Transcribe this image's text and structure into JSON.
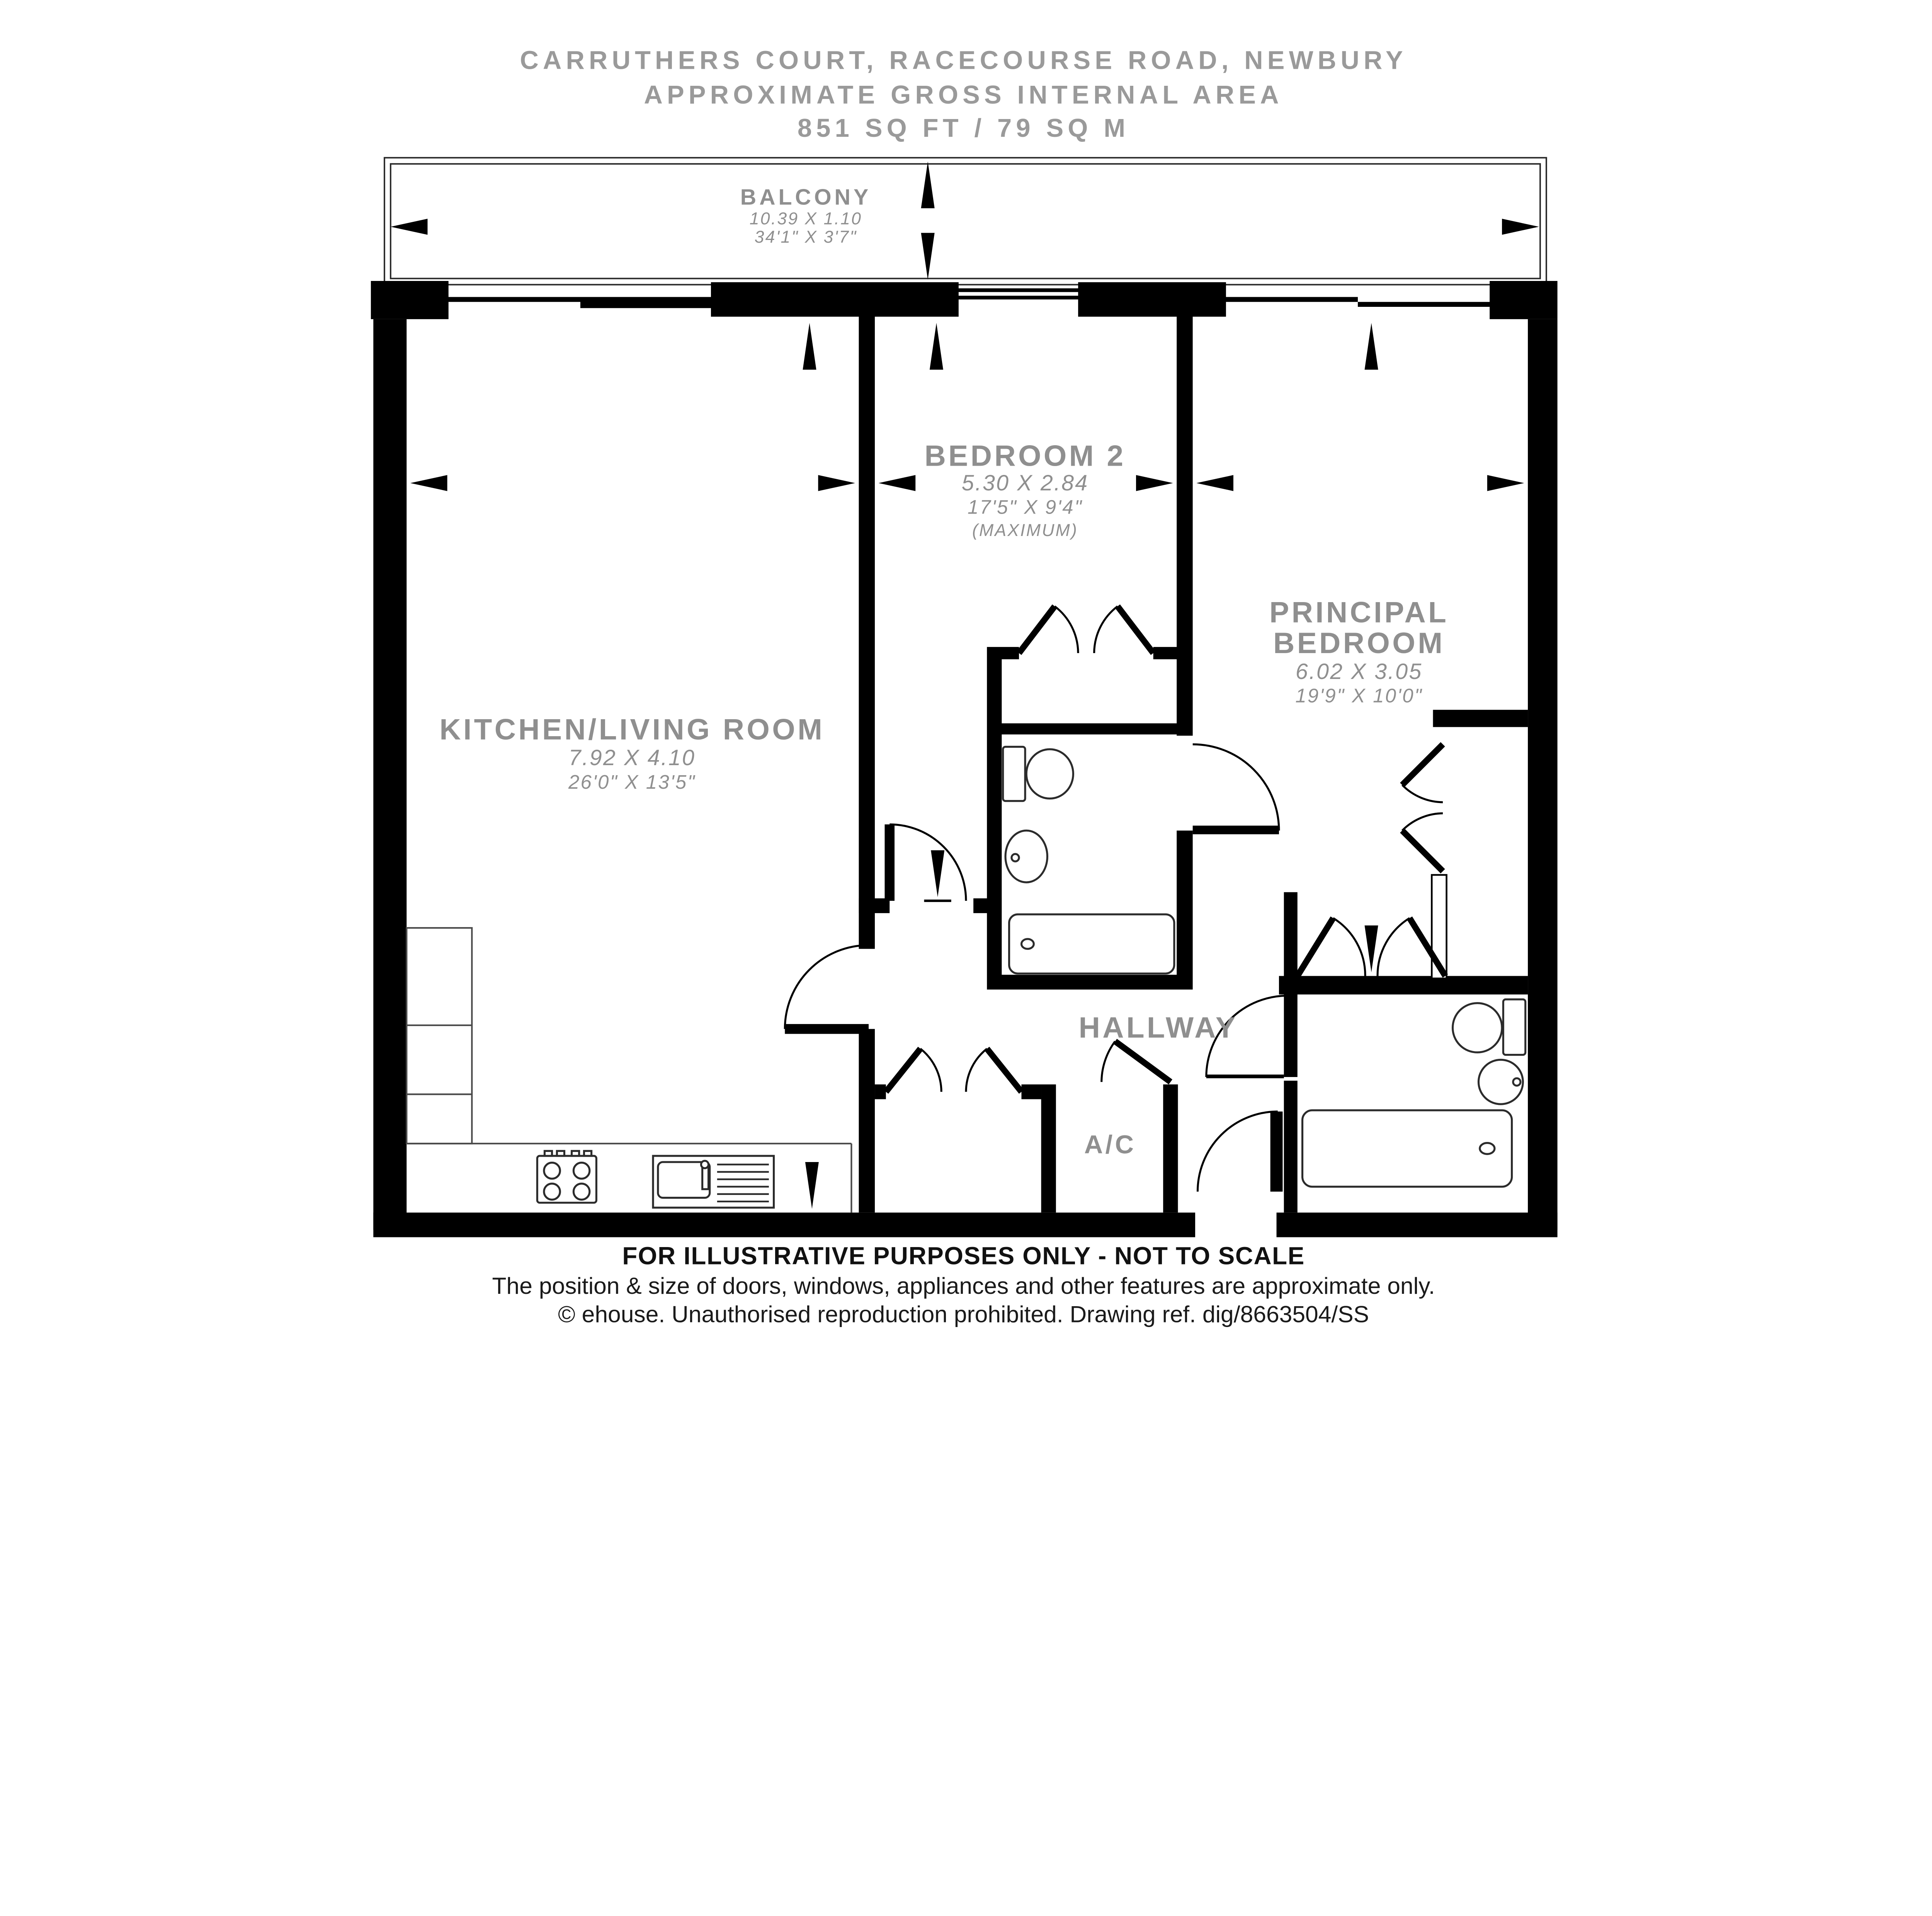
{
  "title": {
    "line1": "CARRUTHERS COURT, RACECOURSE ROAD, NEWBURY",
    "line2": "APPROXIMATE GROSS INTERNAL AREA",
    "line3": "851 SQ FT / 79 SQ M"
  },
  "rooms": {
    "balcony": {
      "name": "BALCONY",
      "metric": "10.39 X 1.10",
      "imperial": "34'1\" X 3'7\""
    },
    "kitchen_living": {
      "name": "KITCHEN/LIVING ROOM",
      "metric": "7.92 X 4.10",
      "imperial": "26'0\" X 13'5\""
    },
    "bedroom2": {
      "name": "BEDROOM 2",
      "metric": "5.30 X 2.84",
      "imperial": "17'5\" X 9'4\"",
      "note": "(MAXIMUM)"
    },
    "principal_bedroom": {
      "name_line1": "PRINCIPAL",
      "name_line2": "BEDROOM",
      "metric": "6.02 X 3.05",
      "imperial": "19'9\" X 10'0\""
    },
    "hallway": {
      "name": "HALLWAY"
    },
    "ac": {
      "name": "A/C"
    }
  },
  "footer": {
    "line1": "FOR ILLUSTRATIVE PURPOSES ONLY - NOT TO SCALE",
    "line2": "The position & size of doors, windows, appliances and other features are approximate only.",
    "line3": "© ehouse. Unauthorised reproduction prohibited. Drawing ref. dig/8663504/SS"
  },
  "colors": {
    "wall": "#000000",
    "label_gray": "#8f8f8f",
    "footer_text": "#111111",
    "background": "#ffffff"
  }
}
